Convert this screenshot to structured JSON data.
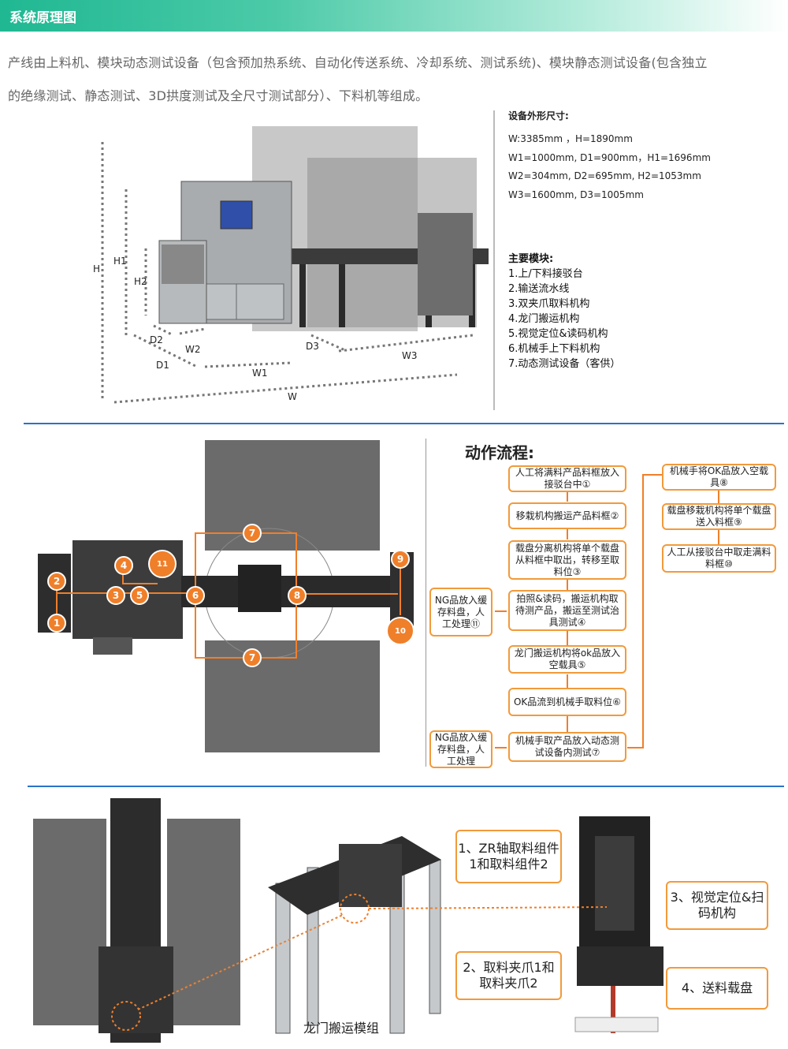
{
  "header": {
    "title": "系统原理图"
  },
  "intro": {
    "line1": "产线由上料机、模块动态测试设备（包含预加热系统、自动化传送系统、冷却系统、测试系统)、模块静态测试设备(包含独立",
    "line2": "的绝缘测试、静态测试、3D拱度测试及全尺寸测试部分）、下料机等组成。"
  },
  "dimensions": {
    "title": "设备外形尺寸:",
    "lines": [
      "W:3385mm ，H=1890mm",
      "W1=1000mm, D1=900mm，H1=1696mm",
      "W2=304mm, D2=695mm, H2=1053mm",
      "W3=1600mm, D3=1005mm"
    ],
    "labels": {
      "H": "H",
      "H1": "H1",
      "H2": "H2",
      "D1": "D1",
      "D2": "D2",
      "D3": "D3",
      "W": "W",
      "W1": "W1",
      "W2": "W2",
      "W3": "W3"
    }
  },
  "modules": {
    "title": "主要模块:",
    "items": [
      "1.上/下料接驳台",
      "2.输送流水线",
      "3.双夹爪取料机构",
      "4.龙门搬运机构",
      "5.视觉定位&读码机构",
      "6.机械手上下料机构",
      "7.动态测试设备（客供）"
    ]
  },
  "flow": {
    "title": "动作流程:",
    "steps": [
      "人工将满料产品料框放入接驳台中①",
      "移栽机构搬运产品料框②",
      "载盘分离机构将单个载盘从料框中取出，转移至取料位③",
      "拍照&读码，搬运机构取待测产品，搬运至测试治具测试④",
      "龙门搬运机构将ok品放入空载具⑤",
      "OK品流到机械手取料位⑥",
      "机械手取产品放入动态测试设备内测试⑦",
      "机械手将OK品放入空载具⑧",
      "载盘移栽机构将单个载盘送入料框⑨",
      "人工从接驳台中取走满料料框⑩"
    ],
    "ng": [
      "NG品放入缓存料盘，人工处理⑪",
      "NG品放入缓存料盘，人工处理"
    ]
  },
  "layout_badges": [
    "1",
    "2",
    "3",
    "4",
    "5",
    "6",
    "7",
    "7",
    "8",
    "9",
    "10",
    "11"
  ],
  "gantry": {
    "caption": "龙门搬运模组",
    "callouts": [
      "1、ZR轴取料组件1和取料组件2",
      "2、取料夹爪1和取料夹爪2",
      "3、视觉定位&扫码机构",
      "4、送料载盘"
    ]
  },
  "colors": {
    "accent": "#f07f2a",
    "header": "#1fb892",
    "rule": "#2a72c9"
  }
}
